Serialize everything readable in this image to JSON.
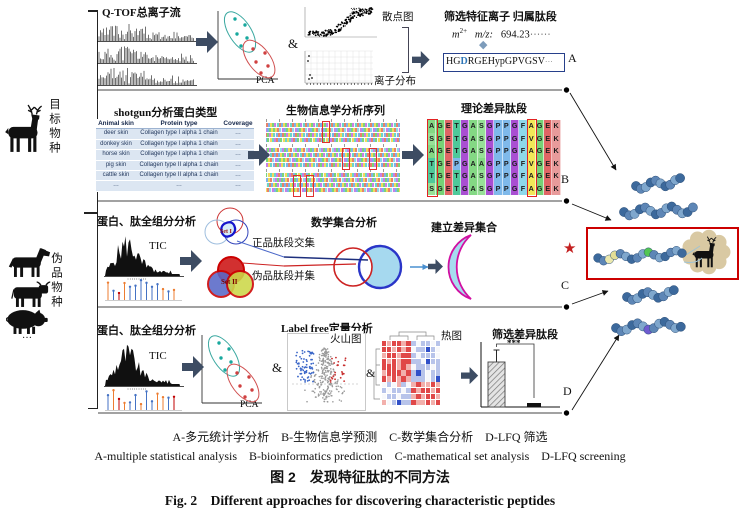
{
  "left": {
    "target_label": "目标物种",
    "counterfeit_label": "伪品物种",
    "more": "…"
  },
  "rowA": {
    "tic_title": "Q-TOF总离子流",
    "pca_label": "PCA",
    "amp": "&",
    "scatter_label": "散点图",
    "ion_label": "离子分布",
    "screen_title": "筛选特征离子 归属肽段",
    "ion_m": "m",
    "ion_charge": "2+",
    "ion_mz": "m/z:",
    "ion_value": "694.23",
    "dots_long": "⋯⋯",
    "dots_short": "⋯",
    "diamond": "◆",
    "peptide_pre": "HG",
    "peptide_highlight": "D",
    "peptide_post": "RGEHypGPVGSV",
    "tag": "A"
  },
  "rowB": {
    "table_title": "shotgun分析蛋白类型",
    "align_title": "生物信息学分析序列",
    "grid_title": "理论差异肽段",
    "tag": "B",
    "table": {
      "headers": [
        "Animal skin",
        "Protein type",
        "Coverage"
      ],
      "rows": [
        [
          "deer skin",
          "Collagen type I alpha 1 chain",
          "…"
        ],
        [
          "donkey skin",
          "Collagen type I alpha 1 chain",
          "…"
        ],
        [
          "horse skin",
          "Collagen type I alpha 1 chain",
          "…"
        ],
        [
          "pig skin",
          "Collagen type II alpha 1 chain",
          "…"
        ],
        [
          "cattle skin",
          "Collagen type II alpha 1 chain",
          "…"
        ],
        [
          "…",
          "…",
          "…"
        ]
      ]
    },
    "peptide_grid": {
      "rows": [
        "AGETGASGPPGFAGEK",
        "SGETGASGPPGFVGEK",
        "AGETGASGPPGFAGEK",
        "TGEPGAAGPPGFVGEK",
        "TGETGASGPPGFAGEK",
        "SGETGASGPPGFAGEK"
      ],
      "letter_colors": {
        "A": "#84d884",
        "G": "#a94fd2",
        "E": "#e06565",
        "T": "#4fc99a",
        "S": "#97e097",
        "P": "#7fb9ea",
        "F": "#8ed8ea",
        "V": "#f2e858",
        "K": "#e89b9b"
      },
      "column_overrides": {
        "1": "#76d276",
        "12": "#f2e858",
        "13": "#76d276"
      },
      "highlight_columns": [
        0,
        12
      ]
    }
  },
  "rowC": {
    "title": "蛋白、肽全组分分析",
    "tic": "TIC",
    "set1": "Set I",
    "set2": "Set II",
    "intersection_label": "正品肽段交集",
    "union_label": "伪品肽段并集",
    "math_title": "数学集合分析",
    "build_title": "建立差异集合",
    "tag": "C"
  },
  "rowD": {
    "title": "蛋白、肽全组分分析",
    "tic": "TIC",
    "pca_label": "PCA",
    "amp1": "&",
    "amp2": "&",
    "lfq_title": "Label free定量分析",
    "volcano_label": "火山图",
    "heatmap_label": "热图",
    "bar_title": "筛选差异肽段",
    "sig": "***",
    "tag": "D",
    "heatmap": {
      "pattern": [
        "RrRRrRbWbbWb",
        "RRrRrRWbbBbW",
        "rRRrRRbWbbbW",
        "RrRrRRbbWBbb",
        "RRRrRrWbbbWb",
        "rRRRrRbBbWbb",
        "RrRrRrbbbWbB",
        "WbWrbWrRrrRr",
        "bWbbWbRrRRrR",
        "WbbWbbrRrRRr",
        "rWbBbbRrrRrR"
      ],
      "palette": {
        "R": "#e04848",
        "r": "#f2b0ac",
        "W": "#f7f8fb",
        "b": "#b8c4ea",
        "B": "#3050c8"
      }
    }
  },
  "result": {
    "star": "★"
  },
  "captions": {
    "zh_keys": "A-多元统计学分析　B-生物信息学预测　C-数学集合分析　D-LFQ 筛选",
    "en_keys": "A-multiple statistical analysis　B-bioinformatics prediction　C-mathematical set analysis　D-LFQ screening",
    "zh_title": "图 2　发现特征肽的不同方法",
    "en_title": "Fig. 2　Different approaches for discovering characteristic peptides"
  },
  "colors": {
    "flow_arrow": "#3d4c63",
    "accent_red": "#cc0000",
    "bead_palette": [
      "#3c699c",
      "#5d86b6",
      "#7fa7cd"
    ],
    "bead_stroke": "#2c4f78",
    "blob": "#d9c9a3"
  }
}
